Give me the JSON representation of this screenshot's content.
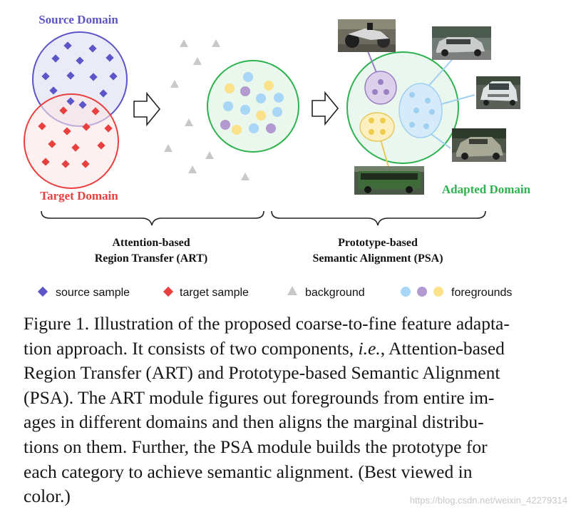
{
  "figure": {
    "source_domain_label": "Source Domain",
    "target_domain_label": "Target Domain",
    "adapted_domain_label": "Adapted Domain",
    "art_label_line1": "Attention-based",
    "art_label_line2": "Region Transfer (ART)",
    "psa_label_line1": "Prototype-based",
    "psa_label_line2": "Semantic Alignment (PSA)",
    "colors": {
      "source": "#5b55c8",
      "target": "#e8403f",
      "background": "#c8c8c8",
      "adapted": "#2db24f",
      "fg_blue": "#a8d6f6",
      "fg_purple": "#b39ad0",
      "fg_yellow": "#fbe28a"
    }
  },
  "legend": {
    "source_sample": "source sample",
    "target_sample": "target sample",
    "background": "background",
    "foregrounds": "foregrounds"
  },
  "caption": {
    "line1": "Figure 1. Illustration of the proposed coarse-to-fine feature adapta-",
    "line2a": "tion approach. It consists of two components, ",
    "line2_em": "i.e.",
    "line2b": ", Attention-based",
    "line3": "Region Transfer (ART) and Prototype-based Semantic Alignment",
    "line4": "(PSA). The ART module figures out foregrounds from entire im-",
    "line5": "ages in different domains and then aligns the marginal distribu-",
    "line6": "tions on them.  Further, the PSA module builds the prototype for",
    "line7": "each category to achieve semantic alignment.  (Best viewed in",
    "line8": "color.)"
  },
  "watermark": "https://blog.csdn.net/weixin_42279314"
}
